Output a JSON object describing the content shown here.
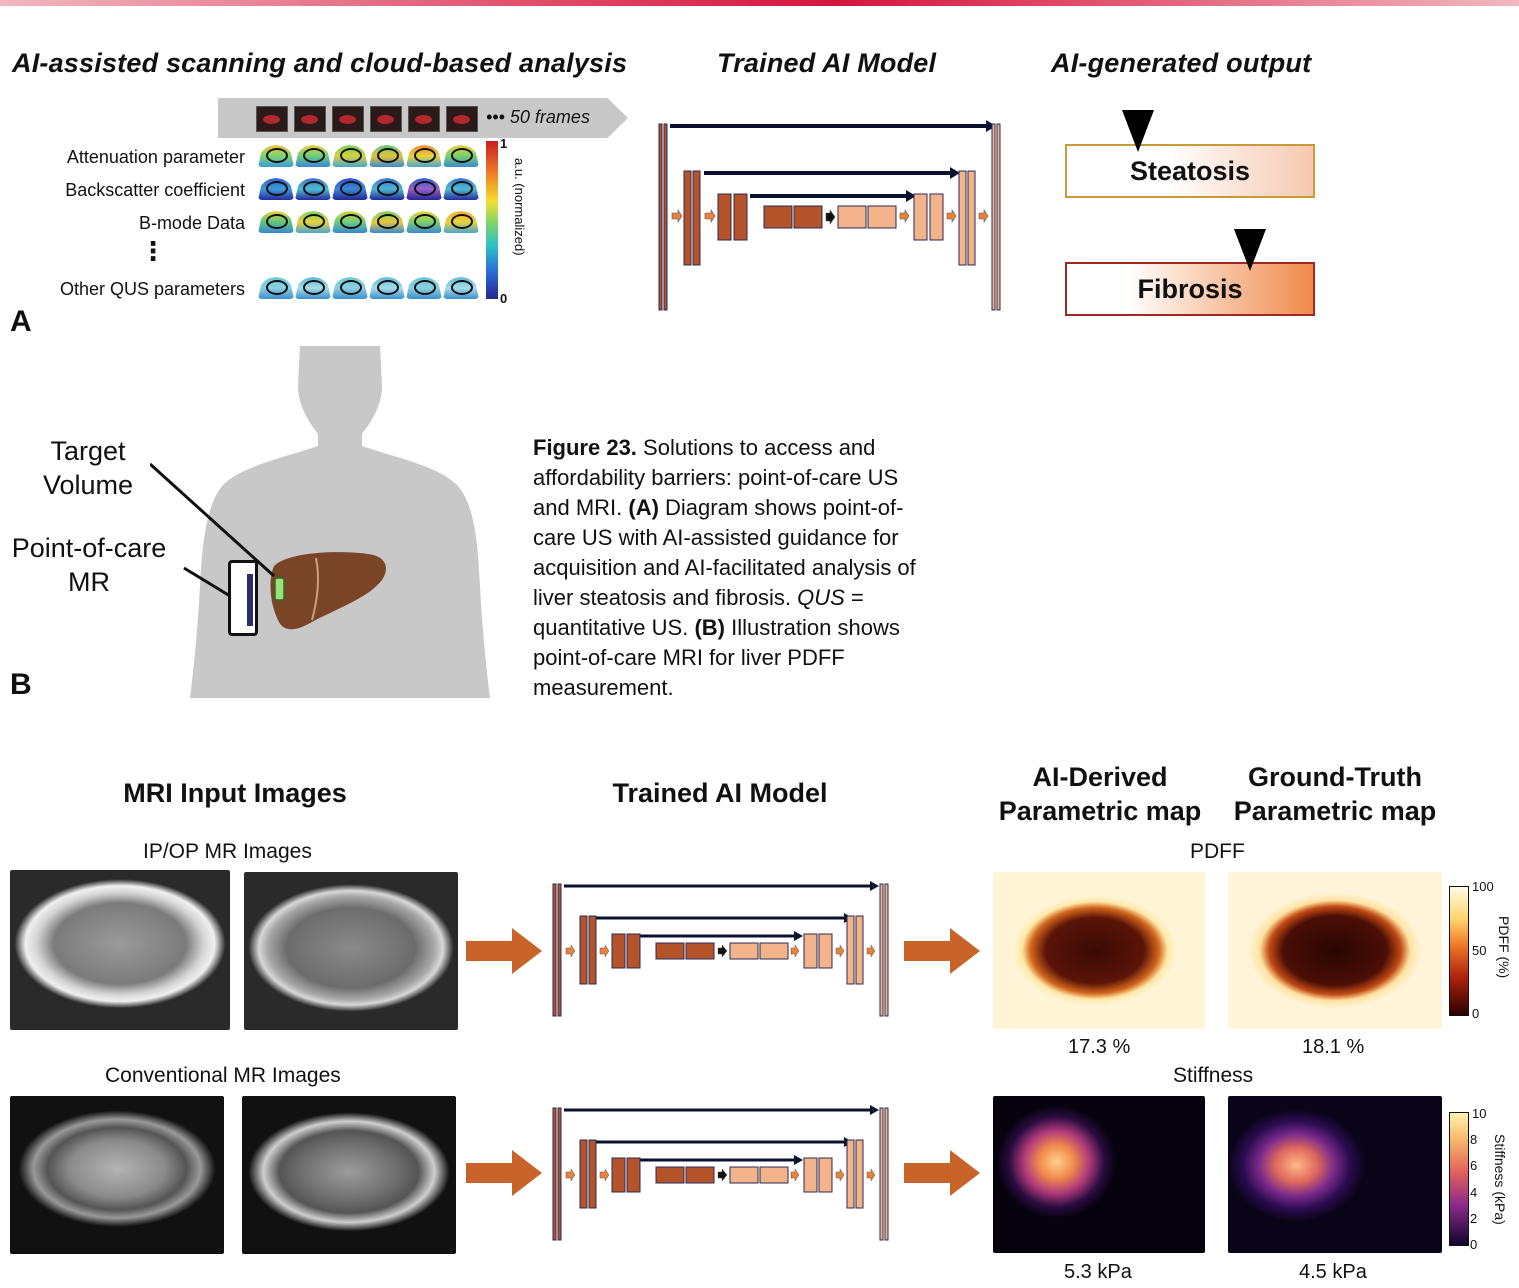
{
  "panel_a": {
    "letter": "A",
    "heading_left": "AI-assisted scanning and cloud-based analysis",
    "heading_mid": "Trained AI Model",
    "heading_right": "AI-generated output",
    "frames_label": "••• 50 frames",
    "rows": [
      "Attenuation parameter",
      "Backscatter coefficient",
      "B-mode Data",
      "⋮",
      "Other QUS parameters"
    ],
    "colorbar": {
      "max": "1",
      "min": "0",
      "label": "a.u. (normalized)"
    },
    "outputs": {
      "steatosis": "Steatosis",
      "fibrosis": "Fibrosis"
    },
    "output_markers": {
      "steatosis_fraction": 0.3,
      "fibrosis_fraction": 0.76
    }
  },
  "panel_b": {
    "letter": "B",
    "target_label_line1": "Target",
    "target_label_line2": "Volume",
    "device_label_line1": "Point-of-care",
    "device_label_line2": "MR"
  },
  "caption": {
    "figure_label": "Figure 23.",
    "text_1": " Solutions to access and affordability barriers: point-of-care US and MRI. ",
    "a_label": "(A)",
    "text_2": " Diagram shows point-of-care US with AI-assisted guidance for acquisition and AI-facilitated analysis of liver steatosis and fibrosis. ",
    "qus_term": "QUS",
    "text_3": " = quantitative US. ",
    "b_label": "(B)",
    "text_4": " Illustration shows point-of-care MRI for liver PDFF measurement."
  },
  "panel_c": {
    "input_title": "MRI Input Images",
    "model_title": "Trained AI Model",
    "ai_derived_line1": "AI-Derived",
    "ai_derived_line2": "Parametric map",
    "ground_truth_line1": "Ground-Truth",
    "ground_truth_line2": "Parametric map",
    "row1_label": "IP/OP MR Images",
    "row2_label": "Conventional MR Images",
    "pdff_label": "PDFF",
    "stiffness_label": "Stiffness",
    "pdff_ai_value": "17.3 %",
    "pdff_gt_value": "18.1 %",
    "stiff_ai_value": "5.3 kPa",
    "stiff_gt_value": "4.5 kPa",
    "pdff_colorbar": {
      "label": "PDFF (%)",
      "ticks": [
        "100",
        "50",
        "0"
      ]
    },
    "stiff_colorbar": {
      "label": "Stiffness (kPa)",
      "ticks": [
        "10",
        "8",
        "6",
        "4",
        "2",
        "0"
      ]
    }
  },
  "colors": {
    "accent_red": "#d4143c",
    "unet_dark": "#b5532a",
    "unet_light": "#f3b48c",
    "orange_arrow": "#c8632a",
    "steatosis_border": "#c89a3a",
    "fibrosis_border": "#9c2a22"
  }
}
